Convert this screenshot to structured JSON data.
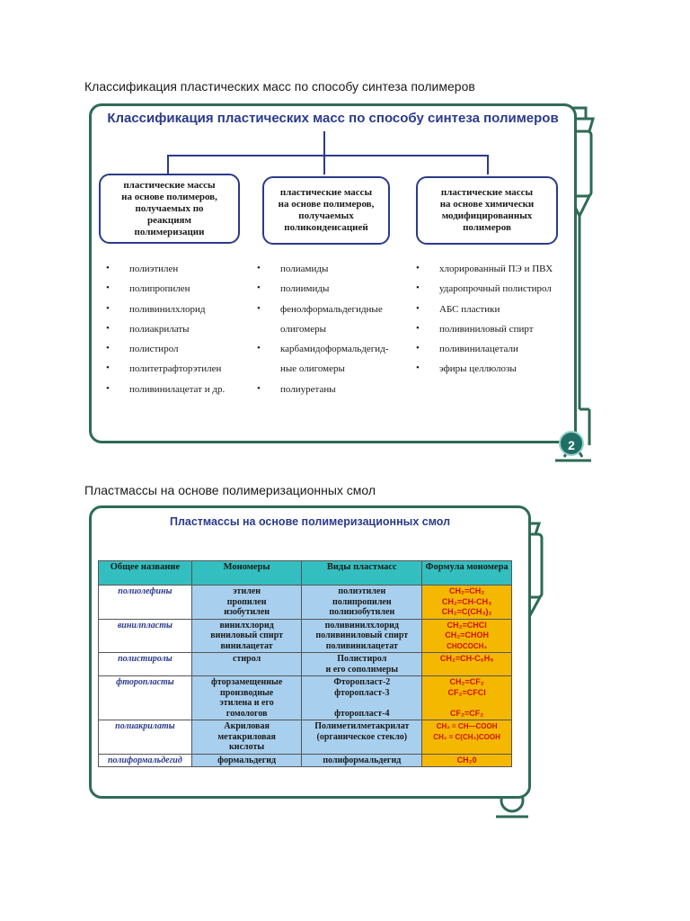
{
  "captions": {
    "first": "Классификация пластических масс по способу синтеза полимеров",
    "second": "Пластмассы на основе полимеризационных смол"
  },
  "slide1": {
    "title": "Классификация пластических масс по способу синтеза полимеров",
    "page_number": "2",
    "categories": [
      {
        "label_lines": [
          "пластические массы",
          "на основе полимеров,",
          "получаемых по",
          "реакциям",
          "полимеризации"
        ]
      },
      {
        "label_lines": [
          "пластические массы",
          "на основе полимеров,",
          "получаемых",
          "поликонденсацией"
        ]
      },
      {
        "label_lines": [
          "пластические массы",
          "на основе химически",
          "модифицированных",
          "полимеров"
        ]
      }
    ],
    "lists": [
      [
        "полиэтилен",
        "полипропилен",
        "поливинилхлорид",
        "полиакрилаты",
        "полистирол",
        "политетрафторэтилен",
        "поливинилацетат  и др."
      ],
      [
        "полиамиды",
        "полиимиды",
        "фенолформальдегидные",
        "олигомеры",
        "карбамидоформальдегид-",
        "ные олигомеры",
        "полиуретаны"
      ],
      [
        "хлорированный  ПЭ и ПВХ",
        "ударопрочный  полистирол",
        "АБС пластики",
        "поливиниловый спирт",
        "поливинилацетали",
        "эфиры целлюлозы"
      ]
    ]
  },
  "slide2": {
    "title": "Пластмассы на основе полимеризационных смол",
    "headers": [
      "Общее название",
      "Мономеры",
      "Виды пластмасс",
      "Формула мономера"
    ],
    "rows": [
      {
        "name": "полиолефины",
        "monomers": [
          "этилен",
          "пропилен",
          "изобутилен"
        ],
        "kinds": [
          "полиэтилен",
          "полипропилен",
          "полиизобутилен"
        ],
        "formulas": [
          "CH₂=CH₂",
          "CH₂=CH-CH₃",
          "CH₂=C(CH₃)₂"
        ]
      },
      {
        "name": "винилпласты",
        "monomers": [
          "винилхлорид",
          "виниловый спирт",
          "винилацетат"
        ],
        "kinds": [
          "поливинилхлорид",
          "поливиниловый спирт",
          "поливинилацетат"
        ],
        "formulas": [
          "CH₂=CHCl",
          "CH₂=CHOH",
          "CHOCOCH₃"
        ]
      },
      {
        "name": "полистиролы",
        "monomers": [
          "стирол"
        ],
        "kinds": [
          "Полистирол",
          "и его сополимеры"
        ],
        "formulas": [
          "CH₂=CH-C₆H₅"
        ]
      },
      {
        "name": "фторопласты",
        "monomers": [
          "фторзамещенные",
          "производные",
          "этилена и его",
          "гомологов"
        ],
        "kinds": [
          "Фторопласт-2",
          "фторопласт-3",
          "",
          "фторопласт-4"
        ],
        "formulas": [
          "CH₂=CF₂",
          "CF₂=CFCl",
          "",
          "CF₂=CF₂"
        ]
      },
      {
        "name": "полиакрилаты",
        "monomers": [
          "Акриловая",
          "метакриловая",
          "кислоты"
        ],
        "kinds": [
          "Полиметилметакрилат",
          "(органическое стекло)"
        ],
        "formulas": [
          "CH₂ = CH—COOH",
          "CH₂ = C(CH₃)COOH"
        ]
      },
      {
        "name": "полиформальдегид",
        "monomers": [
          "формальдегид"
        ],
        "kinds": [
          "полиформальдегид"
        ],
        "formulas": [
          "CH₂0"
        ]
      }
    ]
  },
  "colors": {
    "frame": "#2e6b55",
    "title": "#2b3a8c",
    "table_header": "#33bfbf",
    "table_cells": "#a8cfee",
    "formula_bg": "#f5b800",
    "formula_text": "#d01010"
  }
}
